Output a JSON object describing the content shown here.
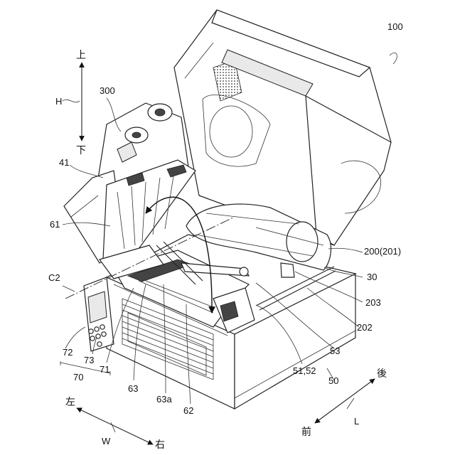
{
  "labels": {
    "device": "100",
    "upper_unit": "300",
    "direction_h": "H",
    "up": "上",
    "down": "下",
    "part_41": "41",
    "part_61": "61",
    "cover": "200(201)",
    "part_30": "30",
    "axis_c2": "C2",
    "part_203": "203",
    "part_202": "202",
    "part_53": "53",
    "part_72": "72",
    "part_73": "73",
    "part_70": "70",
    "part_71": "71",
    "part_63": "63",
    "part_63a": "63a",
    "part_62": "62",
    "part_5152": "51,52",
    "part_50": "50",
    "back": "後",
    "front": "前",
    "direction_l": "L",
    "left": "左",
    "right": "右",
    "direction_w": "W"
  }
}
